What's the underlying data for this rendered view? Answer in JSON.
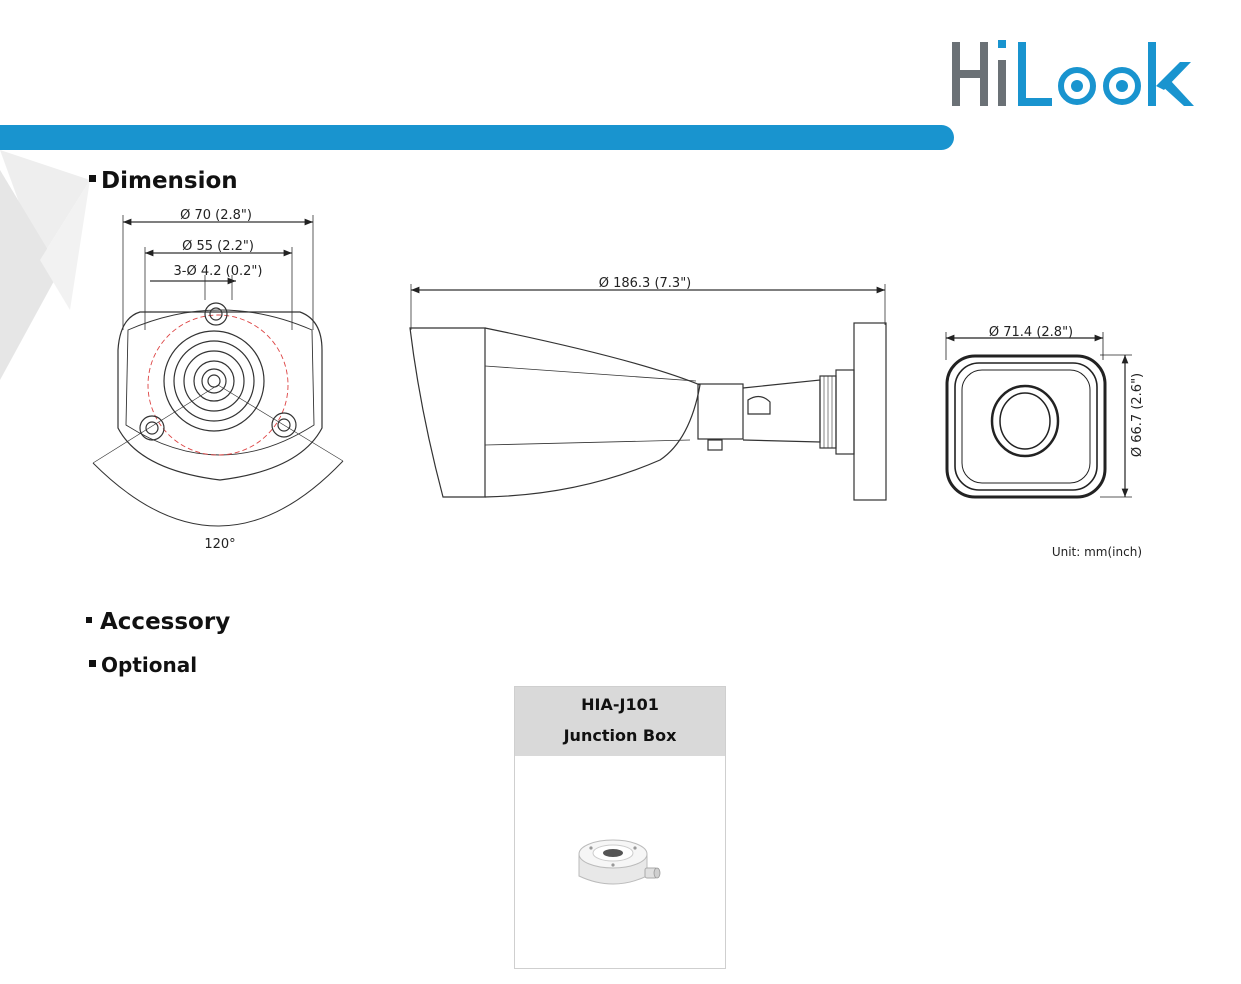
{
  "brand": {
    "name": "HiLook",
    "primary_color": "#1994cf",
    "grey_color": "#6b7176"
  },
  "sections": {
    "dimension": "Dimension",
    "accessory": "Accessory",
    "optional": "Optional"
  },
  "dimensions": {
    "front_outer_diameter": "Ø 70 (2.8\")",
    "front_inner_diameter": "Ø 55 (2.2\")",
    "mount_holes": "3-Ø 4.2 (0.2\")",
    "rotation_angle": "120°",
    "side_length": "Ø 186.3 (7.3\")",
    "rear_width": "Ø 71.4 (2.8\")",
    "rear_height": "Ø 66.7 (2.6\")",
    "unit": "Unit: mm(inch)"
  },
  "accessory": {
    "model": "HIA-J101",
    "name": "Junction Box"
  }
}
